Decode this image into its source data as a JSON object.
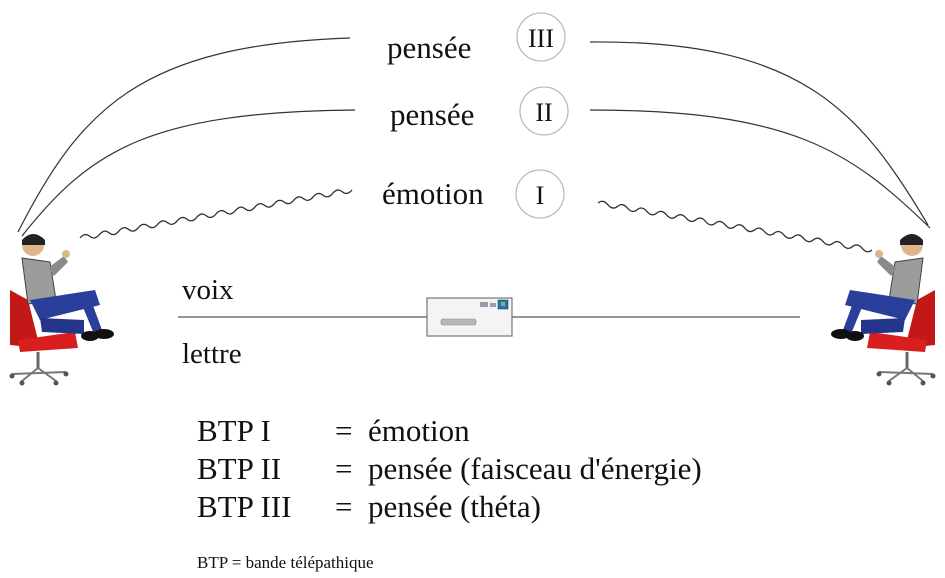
{
  "bands": [
    {
      "label": "pensée",
      "numeral": "III"
    },
    {
      "label": "pensée",
      "numeral": "II"
    },
    {
      "label": "émotion",
      "numeral": "I"
    }
  ],
  "channels": {
    "upper": "voix",
    "lower": "lettre"
  },
  "legend": [
    {
      "key": "BTP I",
      "sep": "=",
      "value": "émotion"
    },
    {
      "key": "BTP II",
      "sep": "=",
      "value": "pensée (faisceau d'énergie)"
    },
    {
      "key": "BTP III",
      "sep": "=",
      "value": "pensée (théta)"
    }
  ],
  "footnote": "BTP = bande télépathique",
  "icons": {
    "person_left": "seated-person-icon",
    "person_right": "seated-person-icon",
    "envelope": "envelope-icon"
  }
}
